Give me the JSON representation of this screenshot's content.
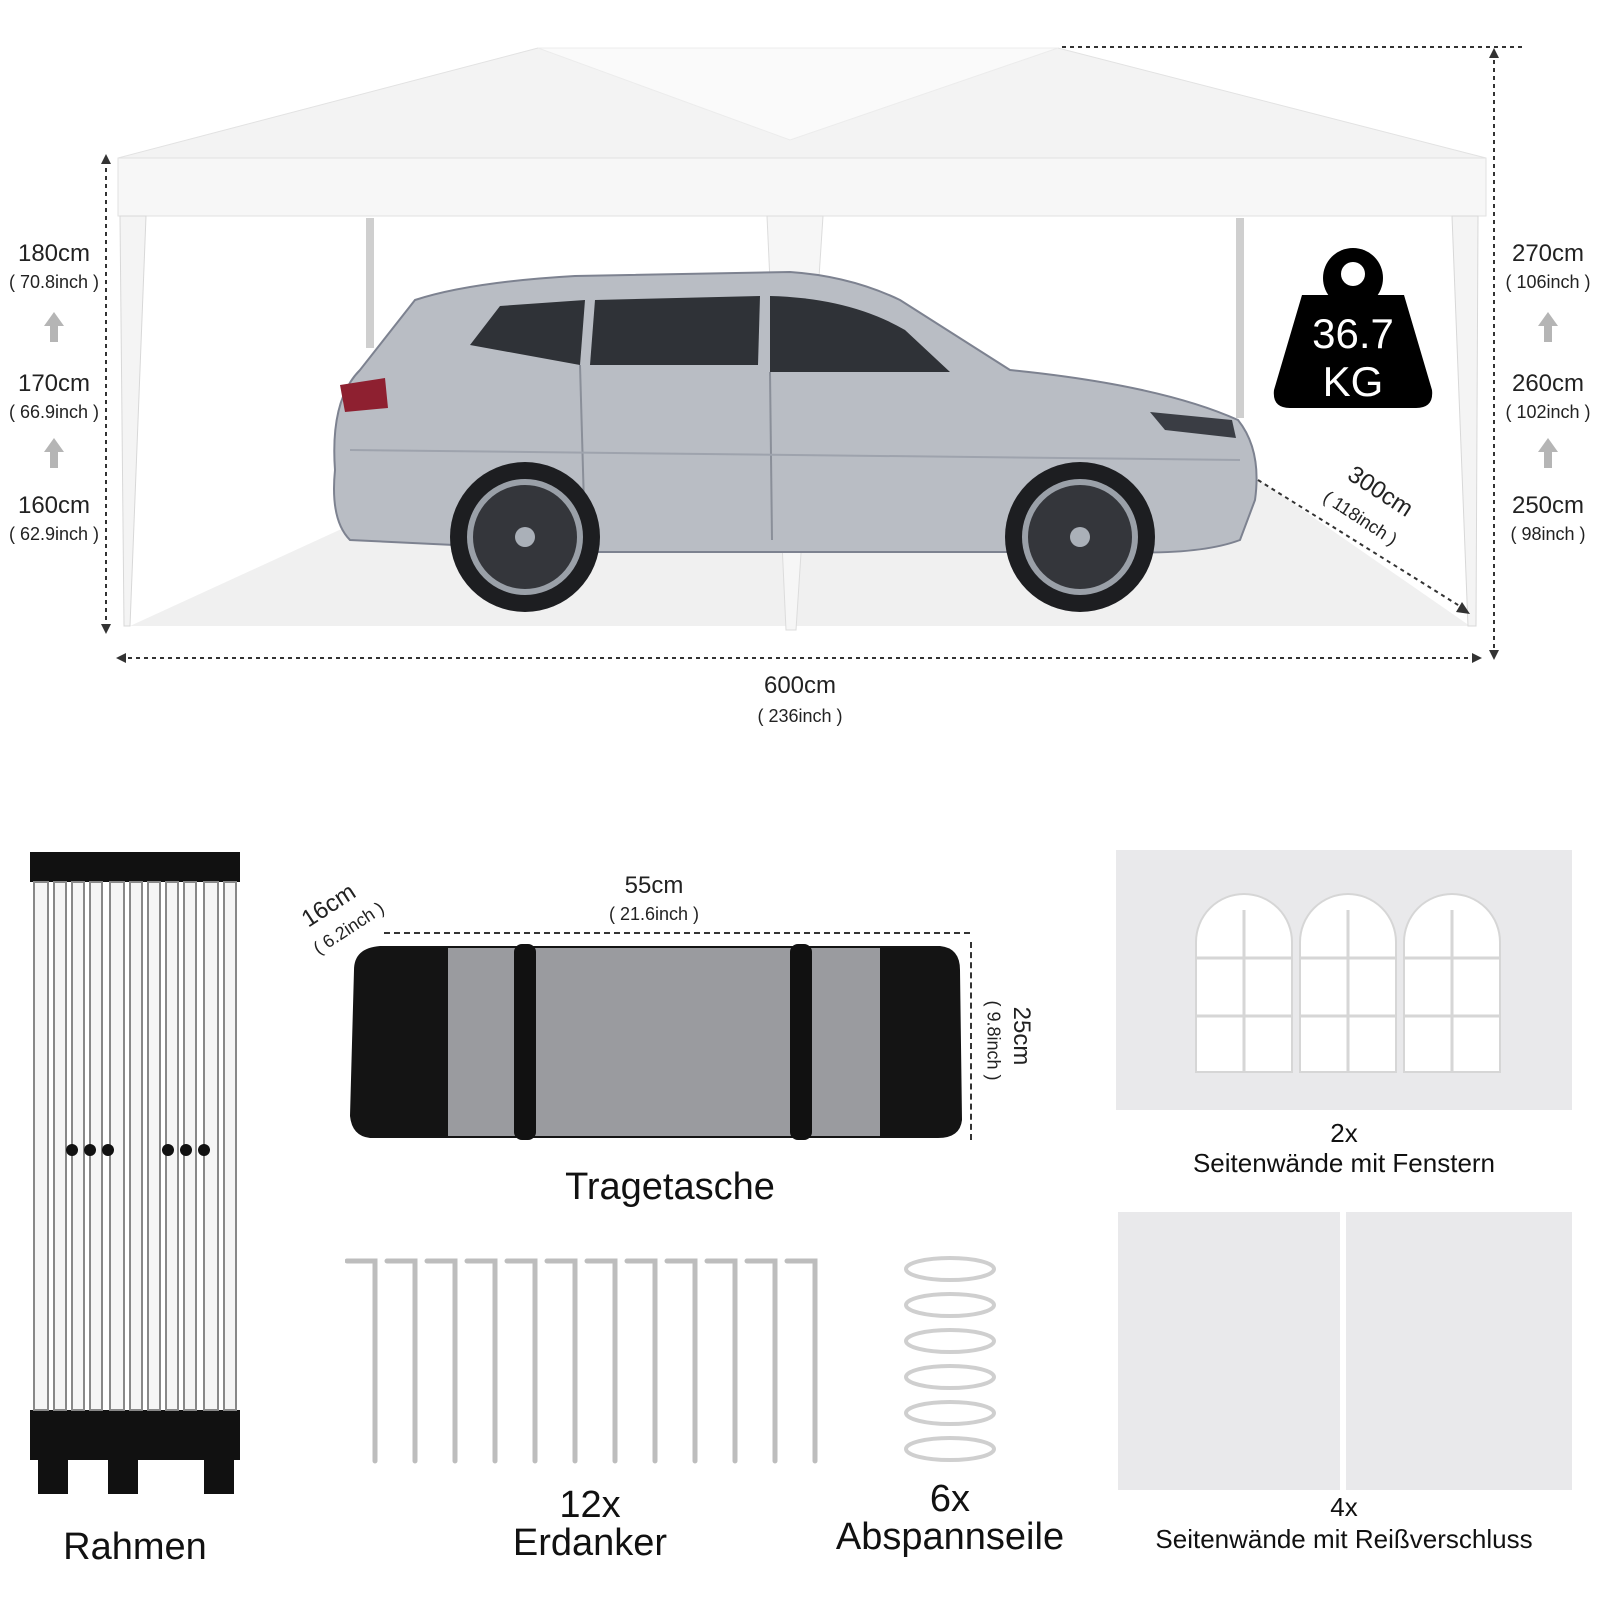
{
  "tent": {
    "heights_left": [
      {
        "cm": "180cm",
        "inch": "( 70.8inch )"
      },
      {
        "cm": "170cm",
        "inch": "( 66.9inch )"
      },
      {
        "cm": "160cm",
        "inch": "( 62.9inch )"
      }
    ],
    "heights_right": [
      {
        "cm": "270cm",
        "inch": "( 106inch )"
      },
      {
        "cm": "260cm",
        "inch": "( 102inch )"
      },
      {
        "cm": "250cm",
        "inch": "( 98inch )"
      }
    ],
    "width": {
      "cm": "600cm",
      "inch": "( 236inch )"
    },
    "depth": {
      "cm": "300cm",
      "inch": "( 118inch )"
    },
    "weight": {
      "value": "36.7",
      "unit": "KG"
    }
  },
  "bag": {
    "length": {
      "cm": "55cm",
      "inch": "( 21.6inch )"
    },
    "depth": {
      "cm": "16cm",
      "inch": "( 6.2inch )"
    },
    "height": {
      "cm": "25cm",
      "inch": "( 9.8inch )"
    },
    "label": "Tragetasche"
  },
  "accessories": {
    "frame": "Rahmen",
    "stakes": {
      "count": "12x",
      "label": "Erdanker"
    },
    "ropes": {
      "count": "6x",
      "label": "Abspannseile"
    },
    "window_walls": {
      "count": "2x",
      "label": "Seitenwände mit Fenstern"
    },
    "zip_walls": {
      "count": "4x",
      "label": "Seitenwände mit Reißverschluss"
    }
  }
}
